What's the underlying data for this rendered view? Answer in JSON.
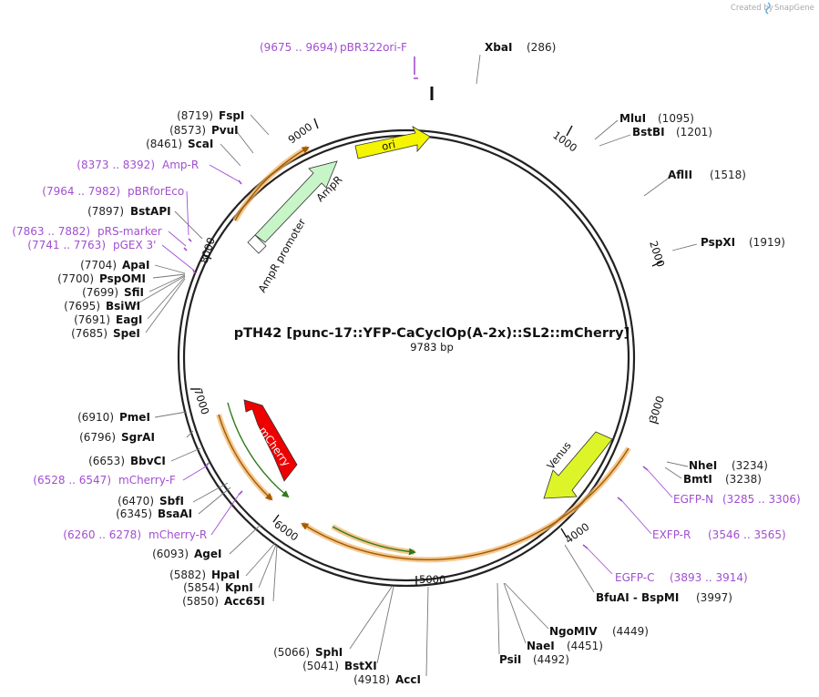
{
  "credit": "Created by",
  "brand": "SnapGene",
  "title": "pTH42 [punc-17::YFP-CaCyclOp(A-2x)::SL2::mCherry]",
  "length": "9783 bp",
  "ticks": [
    {
      "label": "1000"
    },
    {
      "label": "2000"
    },
    {
      "label": "3000"
    },
    {
      "label": "4000"
    },
    {
      "label": "5000"
    },
    {
      "label": "6000"
    },
    {
      "label": "7000"
    },
    {
      "label": "8000"
    },
    {
      "label": "9000"
    }
  ],
  "enzymes_right": [
    {
      "name": "XbaI",
      "pos": "(286)"
    },
    {
      "name": "MluI",
      "pos": "(1095)"
    },
    {
      "name": "BstBI",
      "pos": "(1201)"
    },
    {
      "name": "AflII",
      "pos": "(1518)"
    },
    {
      "name": "PspXI",
      "pos": "(1919)"
    },
    {
      "name": "NheI",
      "pos": "(3234)"
    },
    {
      "name": "BmtI",
      "pos": "(3238)"
    },
    {
      "name": "BfuAI  -  BspMI",
      "pos": "(3997)"
    },
    {
      "name": "NgoMIV",
      "pos": "(4449)"
    },
    {
      "name": "NaeI",
      "pos": "(4451)"
    },
    {
      "name": "PsiI",
      "pos": "(4492)"
    }
  ],
  "enzymes_left": [
    {
      "name": "FspI",
      "pos": "(8719)"
    },
    {
      "name": "PvuI",
      "pos": "(8573)"
    },
    {
      "name": "ScaI",
      "pos": "(8461)"
    },
    {
      "name": "BstAPI",
      "pos": "(7897)"
    },
    {
      "name": "ApaI",
      "pos": "(7704)"
    },
    {
      "name": "PspOMI",
      "pos": "(7700)"
    },
    {
      "name": "SfiI",
      "pos": "(7699)"
    },
    {
      "name": "BsiWI",
      "pos": "(7695)"
    },
    {
      "name": "EagI",
      "pos": "(7691)"
    },
    {
      "name": "SpeI",
      "pos": "(7685)"
    },
    {
      "name": "PmeI",
      "pos": "(6910)"
    },
    {
      "name": "SgrAI",
      "pos": "(6796)"
    },
    {
      "name": "BbvCI",
      "pos": "(6653)"
    },
    {
      "name": "SbfI",
      "pos": "(6470)"
    },
    {
      "name": "BsaAI",
      "pos": "(6345)"
    },
    {
      "name": "AgeI",
      "pos": "(6093)"
    },
    {
      "name": "HpaI",
      "pos": "(5882)"
    },
    {
      "name": "KpnI",
      "pos": "(5854)"
    },
    {
      "name": "Acc65I",
      "pos": "(5850)"
    },
    {
      "name": "SphI",
      "pos": "(5066)"
    },
    {
      "name": "BstXI",
      "pos": "(5041)"
    },
    {
      "name": "AccI",
      "pos": "(4918)"
    }
  ],
  "primers": [
    {
      "range": "(9675 .. 9694)",
      "name": "pBR322ori-F"
    },
    {
      "range": "(8373 .. 8392)",
      "name": "Amp-R"
    },
    {
      "range": "(7964 .. 7982)",
      "name": "pBRforEco"
    },
    {
      "range": "(7863 .. 7882)",
      "name": "pRS-marker"
    },
    {
      "range": "(7741 .. 7763)",
      "name": "pGEX 3'"
    },
    {
      "range": "(6528 .. 6547)",
      "name": "mCherry-F"
    },
    {
      "range": "(6260 .. 6278)",
      "name": "mCherry-R"
    },
    {
      "name": "EGFP-N",
      "range": "(3285 .. 3306)"
    },
    {
      "name": "EXFP-R",
      "range": "(3546 .. 3565)"
    },
    {
      "name": "EGFP-C",
      "range": "(3893 .. 3914)"
    }
  ],
  "features": [
    {
      "label": "ori",
      "color": "#f5f500"
    },
    {
      "label": "AmpR",
      "color": "#c8f5c8"
    },
    {
      "label": "AmpR promoter",
      "color": "#ffffff"
    },
    {
      "label": "mCherry",
      "color": "#ee0000"
    },
    {
      "label": "Venus",
      "color": "#ddf528"
    }
  ],
  "colors": {
    "primer": "#a14fd0",
    "backbone": "#222222",
    "orf_outline": "#f0b060",
    "orf_inner": "#2f7a1a"
  }
}
